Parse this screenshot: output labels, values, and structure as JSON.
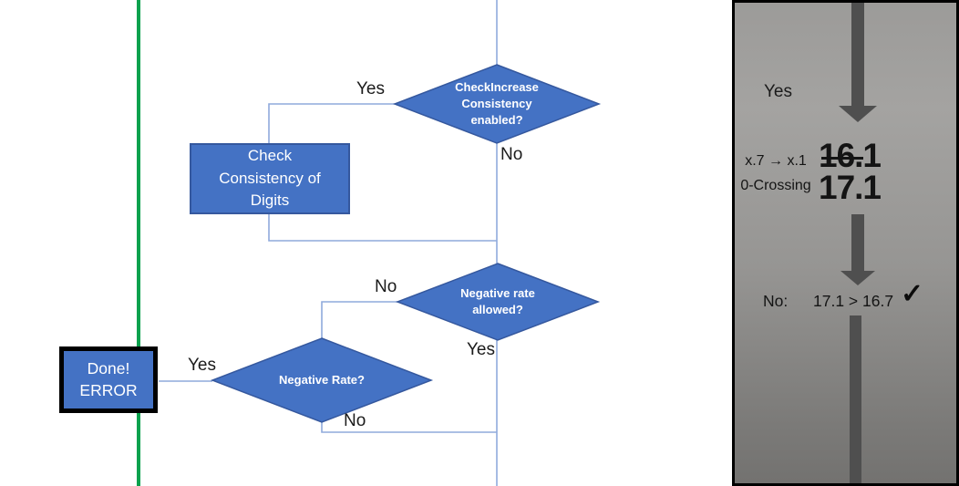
{
  "flowchart": {
    "diamond_check_increase": {
      "label": "CheckIncrease Consistency enabled?"
    },
    "rect_check_consistency": {
      "label": "Check Consistency of Digits"
    },
    "diamond_negative_allowed": {
      "label": "Negative rate allowed?"
    },
    "diamond_negative_rate": {
      "label": "Negative Rate?"
    },
    "done_box": {
      "line1": "Done!",
      "line2": "ERROR"
    },
    "labels": {
      "d1_yes": "Yes",
      "d1_no": "No",
      "d2_no": "No",
      "d2_yes": "Yes",
      "d3_yes": "Yes",
      "d3_no": "No"
    }
  },
  "panel": {
    "yes_label": "Yes",
    "rule": {
      "line1": "x.7 → x.1",
      "line2": "0-Crossing"
    },
    "old_value": "16.1",
    "new_value": "17.1",
    "result": {
      "no_label": "No:",
      "comparison": "17.1 > 16.7",
      "check": "✓"
    }
  },
  "colors": {
    "shape_blue": "#4472C4",
    "shape_border": "#35589E",
    "connector_blue": "#8FAADC",
    "green_line": "#0AA24E",
    "arrow_gray": "#4F4F4F",
    "panel_border": "#000000",
    "done_border": "#000000",
    "text_white": "#FFFFFF",
    "text_black": "#141414"
  }
}
